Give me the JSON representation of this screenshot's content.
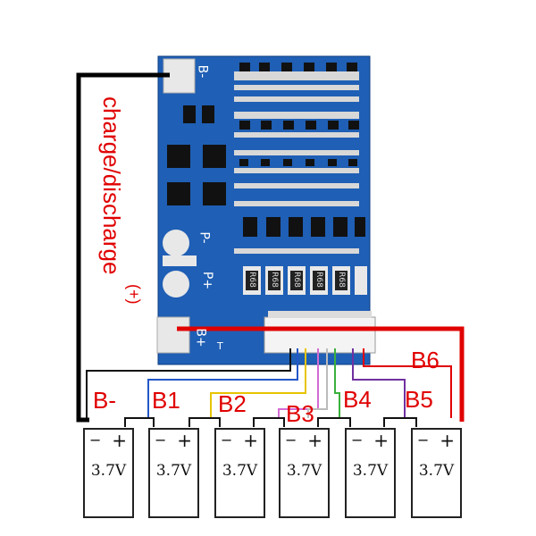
{
  "board": {
    "pad_b_minus": "B-",
    "pad_p_minus": "P-",
    "pad_p_plus": "P+",
    "pad_b_plus": "B+",
    "pad_t": "T",
    "resistor_code": "R68",
    "plus_marker": "(+)"
  },
  "annotation": {
    "charge_discharge": "charge/discharge"
  },
  "balance_labels": [
    "B-",
    "B1",
    "B2",
    "B3",
    "B4",
    "B5",
    "B6"
  ],
  "cells": [
    {
      "neg": "−",
      "pos": "+",
      "voltage": "3.7V"
    },
    {
      "neg": "−",
      "pos": "+",
      "voltage": "3.7V"
    },
    {
      "neg": "−",
      "pos": "+",
      "voltage": "3.7V"
    },
    {
      "neg": "−",
      "pos": "+",
      "voltage": "3.7V"
    },
    {
      "neg": "−",
      "pos": "+",
      "voltage": "3.7V"
    },
    {
      "neg": "−",
      "pos": "+",
      "voltage": "3.7V"
    }
  ],
  "colors": {
    "pcb": "#1f5fb5",
    "wire_black": "#000000",
    "wire_red": "#e00000",
    "label_red": "#e00000"
  }
}
